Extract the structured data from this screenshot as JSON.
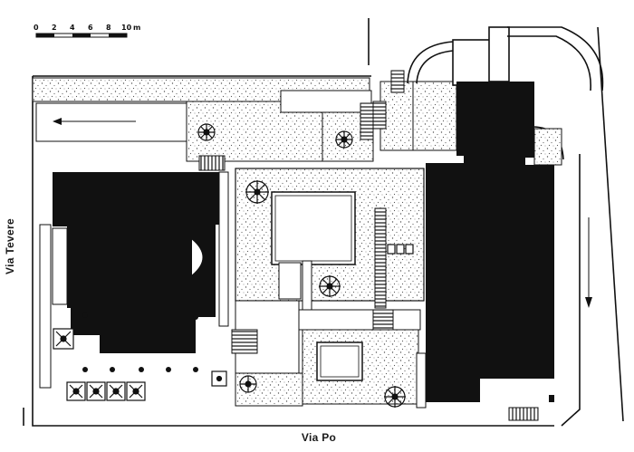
{
  "labels": {
    "street_west": "Via Tevere",
    "street_south": "Via Po"
  },
  "scale_bar": {
    "ticks": [
      "0",
      "2",
      "4",
      "6",
      "8",
      "10"
    ],
    "unit": "m"
  },
  "colors": {
    "ink": "#111111",
    "paper": "#ffffff",
    "stipple": "#555555"
  }
}
